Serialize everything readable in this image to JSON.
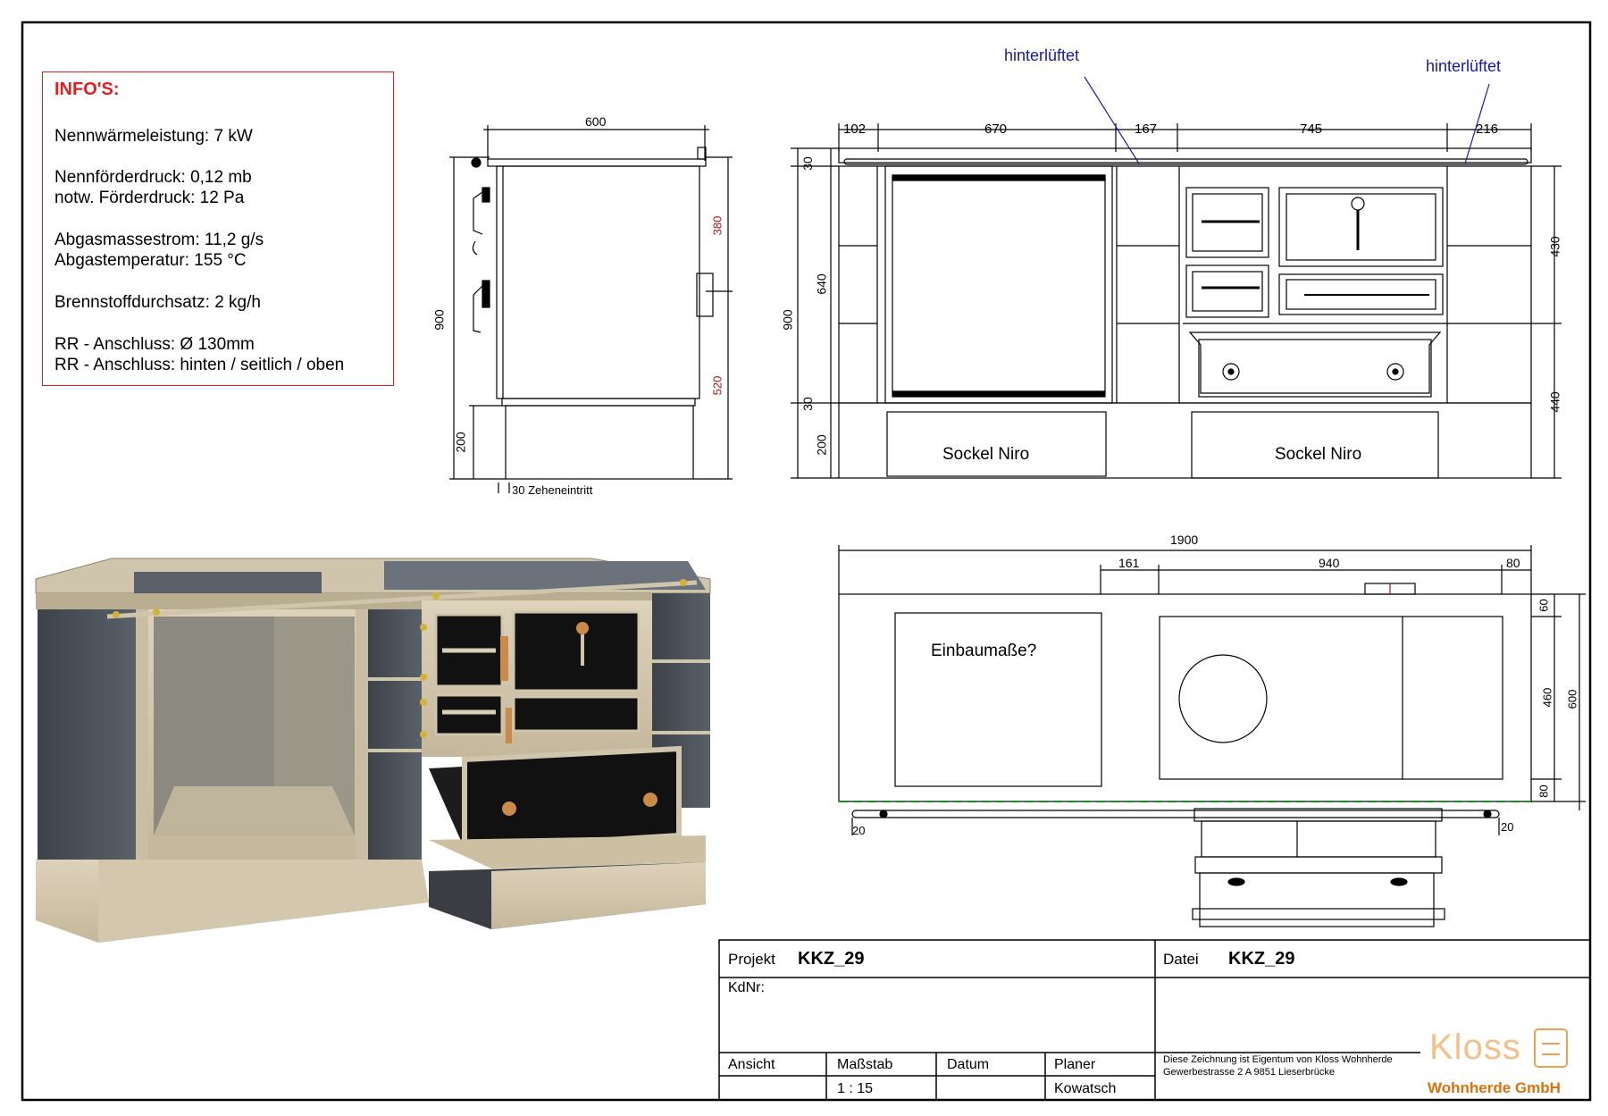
{
  "info": {
    "title": "INFO'S:",
    "lines": [
      "Nennwärmeleistung: 7 kW",
      "Nennförderdruck: 0,12 mb",
      "notw. Förderdruck: 12 Pa",
      "Abgasmassestrom: 11,2 g/s",
      "Abgastemperatur: 155 °C",
      "Brennstoffdurchsatz: 2 kg/h",
      "RR - Anschluss: Ø 130mm",
      "RR - Anschluss: hinten / seitlich / oben"
    ]
  },
  "side_view": {
    "width": "600",
    "height": "900",
    "upper": "380",
    "lower": "520",
    "plinth": "200",
    "toe_note": "30 Zeheneintritt"
  },
  "front_view": {
    "ventilated_1": "hinterlüftet",
    "ventilated_2": "hinterlüftet",
    "widths": [
      "102",
      "670",
      "167",
      "745",
      "216"
    ],
    "heights_left": [
      "30",
      "640",
      "30",
      "200"
    ],
    "total_height": "900",
    "heights_right": [
      "430",
      "440"
    ],
    "plinth_left": "Sockel Niro",
    "plinth_right": "Sockel Niro"
  },
  "top_view": {
    "total_width": "1900",
    "w1": "161",
    "w2": "940",
    "w3": "80",
    "d1": "60",
    "d2": "460",
    "d3": "80",
    "total_depth": "600",
    "edge_left": "20",
    "edge_right": "20",
    "cutout_label": "Einbaumaße?"
  },
  "title_block": {
    "projekt_label": "Projekt",
    "projekt_value": "KKZ_29",
    "datei_label": "Datei",
    "datei_value": "KKZ_29",
    "kdnr_label": "KdNr:",
    "ansicht_label": "Ansicht",
    "massstab_label": "Maßstab",
    "massstab_value": "1 : 15",
    "datum_label": "Datum",
    "planer_label": "Planer",
    "planer_value": "Kowatsch",
    "owner_line1": "Diese Zeichnung ist Eigentum von Kloss Wohnherde",
    "owner_line2": "Gewerbestrasse 2 A 9851 Lieserbrücke",
    "logo_text": "Kloss",
    "company": "Wohnherde GmbH"
  },
  "colors": {
    "info_red": "#e02020",
    "dimension_red": "#b01010",
    "note_blue": "#1a1aa0",
    "accent_orange": "#d9720c",
    "guide_green": "#1c8a1c",
    "stove_beige": "#cfc3a8",
    "tile_dark": "#4a4f55"
  }
}
